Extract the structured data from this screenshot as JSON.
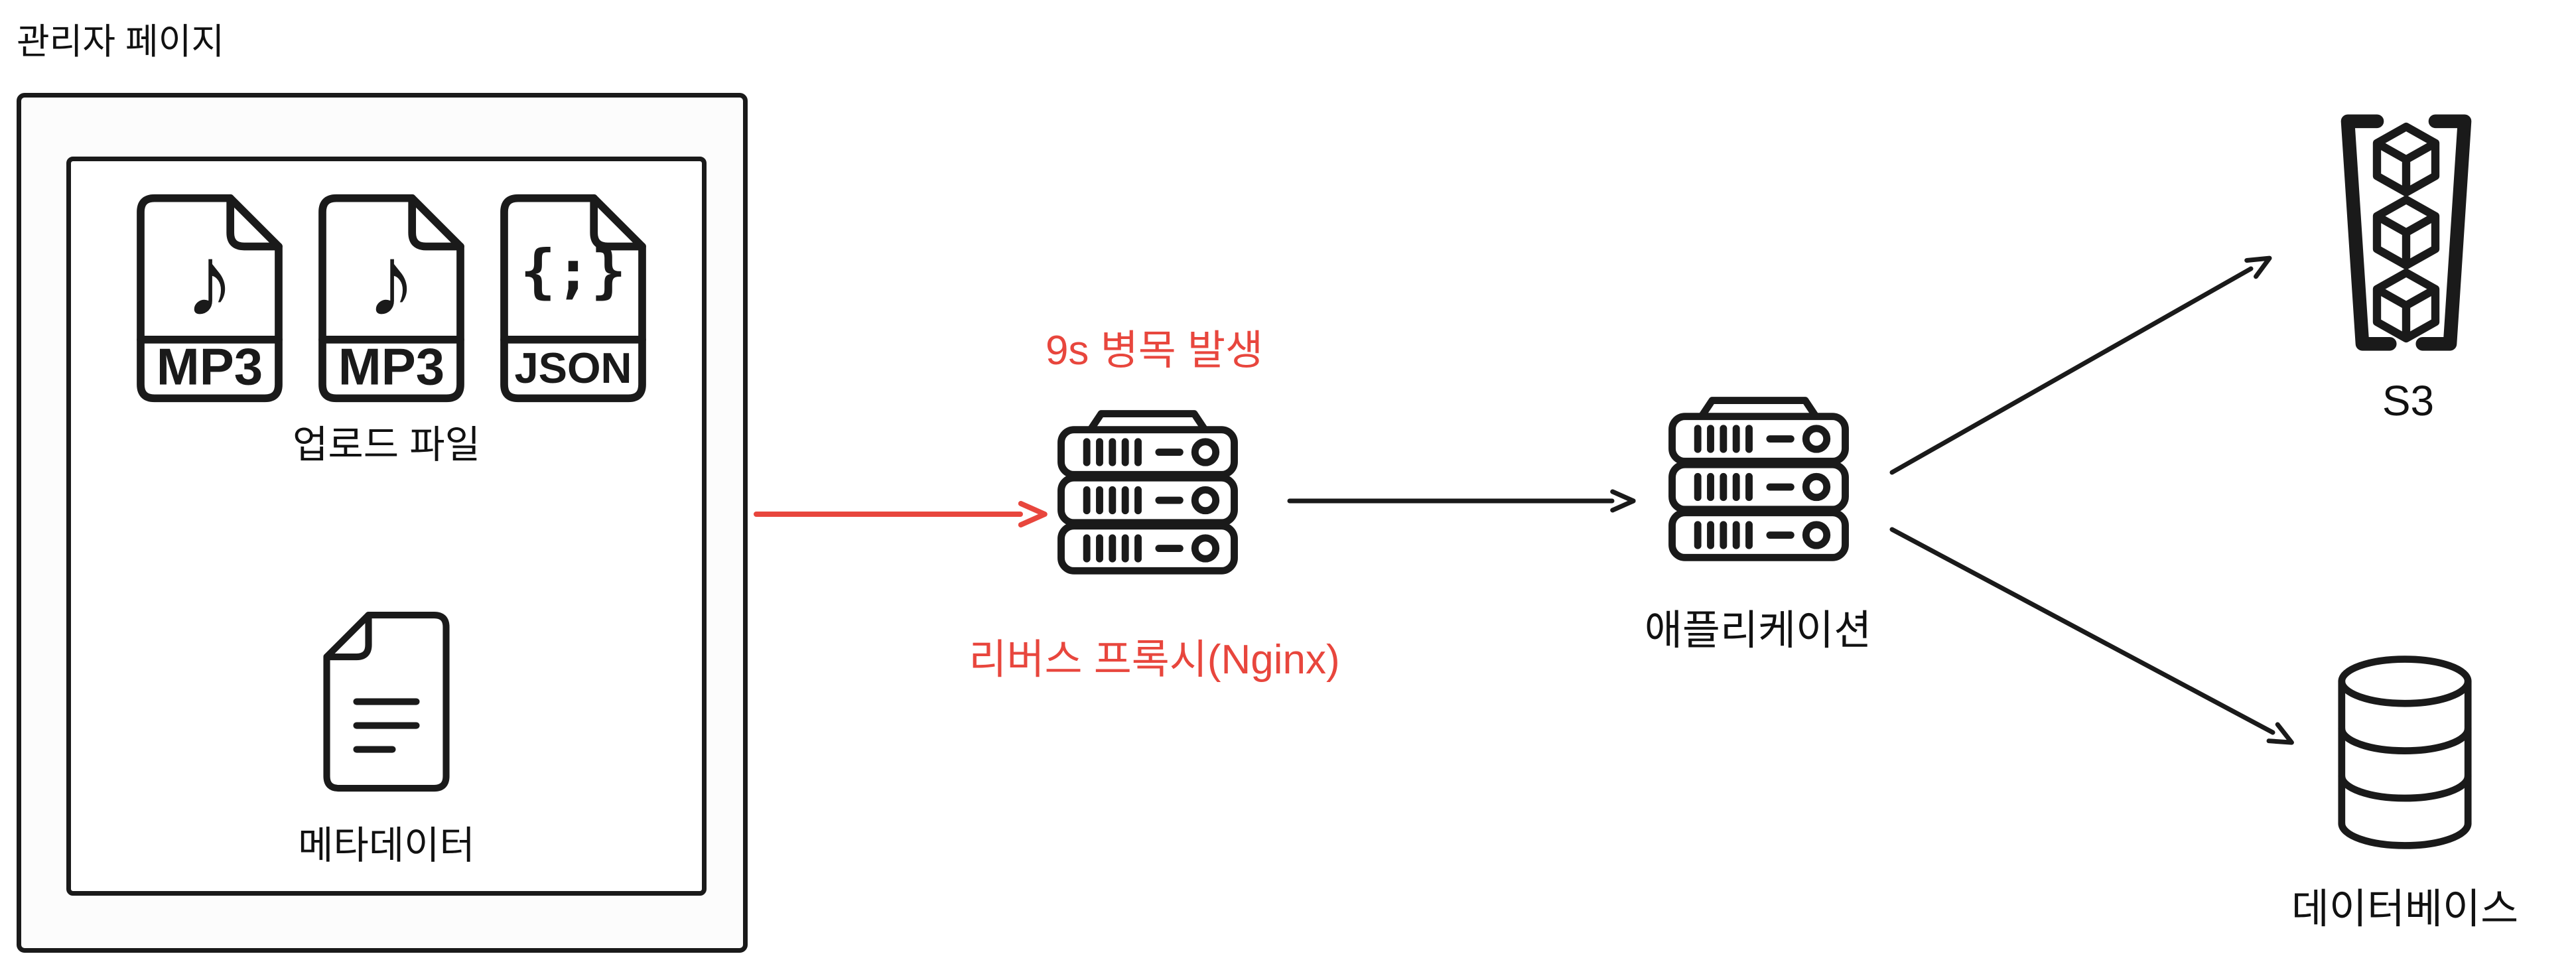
{
  "colors": {
    "ink": "#1a1a1a",
    "alert_red": "#e8463d",
    "admin_box_fill": "#fcfcfc",
    "background": "#ffffff"
  },
  "glyphs": {
    "music_note": "♪",
    "json_braces": "{;}"
  },
  "admin_panel": {
    "title": "관리자 페이지",
    "upload_files": {
      "label": "업로드 파일",
      "files": [
        {
          "label": "MP3"
        },
        {
          "label": "MP3"
        },
        {
          "label": "JSON"
        }
      ]
    },
    "metadata": {
      "label": "메타데이터"
    }
  },
  "nodes": {
    "reverse_proxy": {
      "label": "리버스 프록시(Nginx)",
      "annotation": "9s 병목 발생"
    },
    "application": {
      "label": "애플리케이션"
    },
    "s3": {
      "label": "S3"
    },
    "database": {
      "label": "데이터베이스"
    }
  },
  "edges": [
    {
      "from": "admin-page",
      "to": "reverse-proxy",
      "color": "#e8463d"
    },
    {
      "from": "reverse-proxy",
      "to": "application",
      "color": "#1a1a1a"
    },
    {
      "from": "application",
      "to": "s3",
      "color": "#1a1a1a"
    },
    {
      "from": "application",
      "to": "database",
      "color": "#1a1a1a"
    }
  ]
}
